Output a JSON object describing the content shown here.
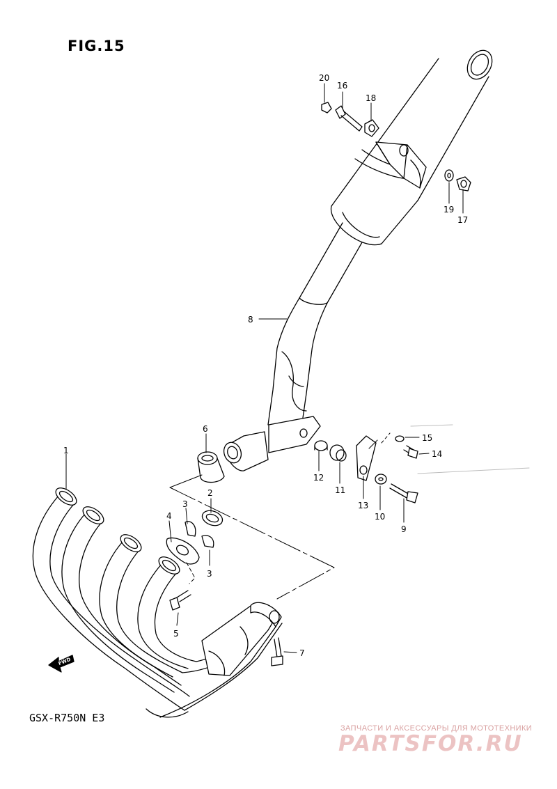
{
  "figure": {
    "title": "FIG.15",
    "model": "GSX-R750N E3"
  },
  "watermark": {
    "tagline": "ЗАПЧАСТИ И АКСЕССУАРЫ ДЛЯ МОТОТЕХНИКИ",
    "brand": "PARTSFOR.RU",
    "color": "#e8b8b8"
  },
  "direction_arrow": {
    "label": "FWD",
    "icon": "forward-arrow-icon"
  },
  "callouts": {
    "c1": "1",
    "c2": "2",
    "c3a": "3",
    "c3b": "3",
    "c4": "4",
    "c5": "5",
    "c6": "6",
    "c7": "7",
    "c8": "8",
    "c9": "9",
    "c10": "10",
    "c11": "11",
    "c12": "12",
    "c13": "13",
    "c14": "14",
    "c15": "15",
    "c16": "16",
    "c17": "17",
    "c18": "18",
    "c19": "19",
    "c20": "20"
  }
}
